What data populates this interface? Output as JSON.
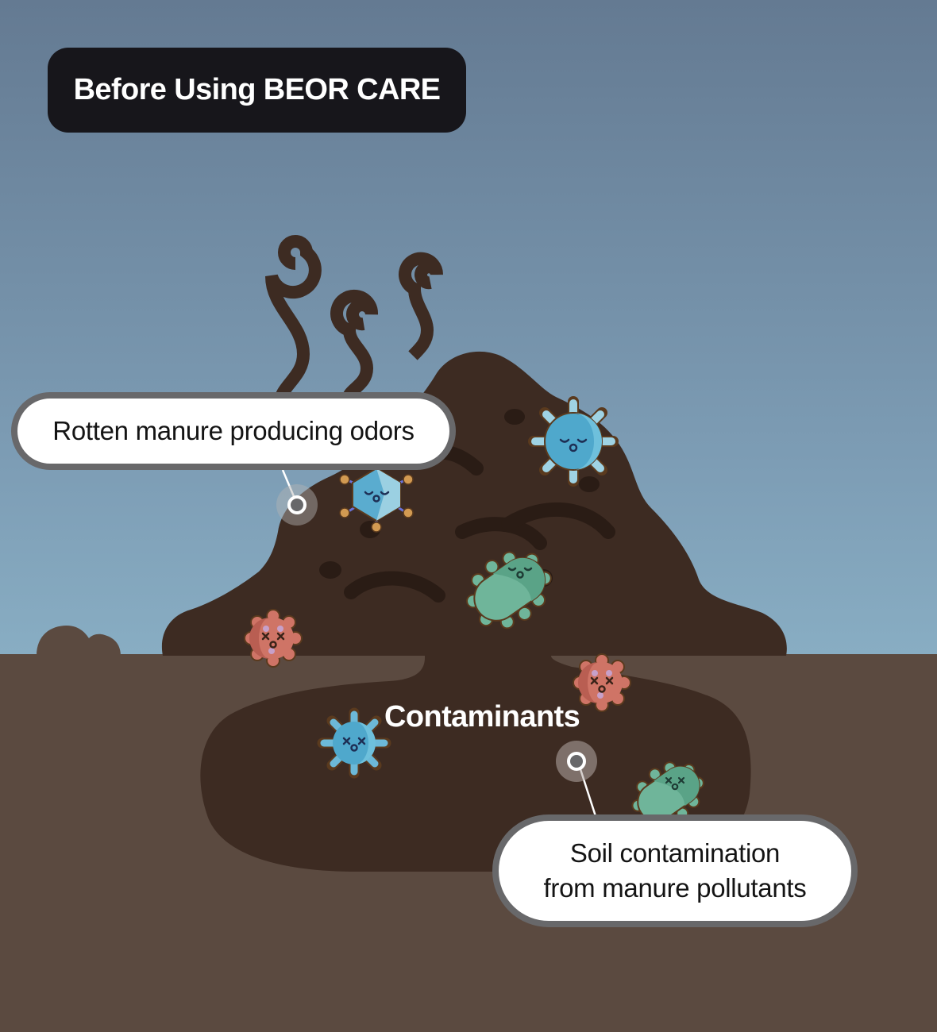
{
  "header": {
    "title": "Before Using BEOR CARE"
  },
  "labels": {
    "odor_callout": "Rotten manure producing odors",
    "contaminants": "Contaminants",
    "soil_callout_line1": "Soil contamination",
    "soil_callout_line2": "from manure pollutants"
  },
  "colors": {
    "sky_top": "#647a92",
    "sky_bottom": "#8db5ca",
    "manure": "#3d2b22",
    "manure_dark": "#2a1c15",
    "ground": "#5b4a40",
    "title_bg": "#17161b",
    "callout_border": "#68686a",
    "germ_blue": "#5fb3d3",
    "germ_green": "#69ab8f",
    "germ_red": "#cf7466"
  },
  "germs": [
    {
      "type": "virus-blue-sleepy",
      "location": "manure pile top right"
    },
    {
      "type": "virus-hexagon-sleepy",
      "location": "manure pile left"
    },
    {
      "type": "bacteria-green-sleepy",
      "location": "manure pile center"
    },
    {
      "type": "virus-red-dead",
      "location": "manure pile bottom left"
    },
    {
      "type": "virus-red-dead",
      "location": "underground right"
    },
    {
      "type": "virus-blue-dead",
      "location": "underground left"
    },
    {
      "type": "bacteria-green-dead",
      "location": "underground bottom right"
    }
  ]
}
